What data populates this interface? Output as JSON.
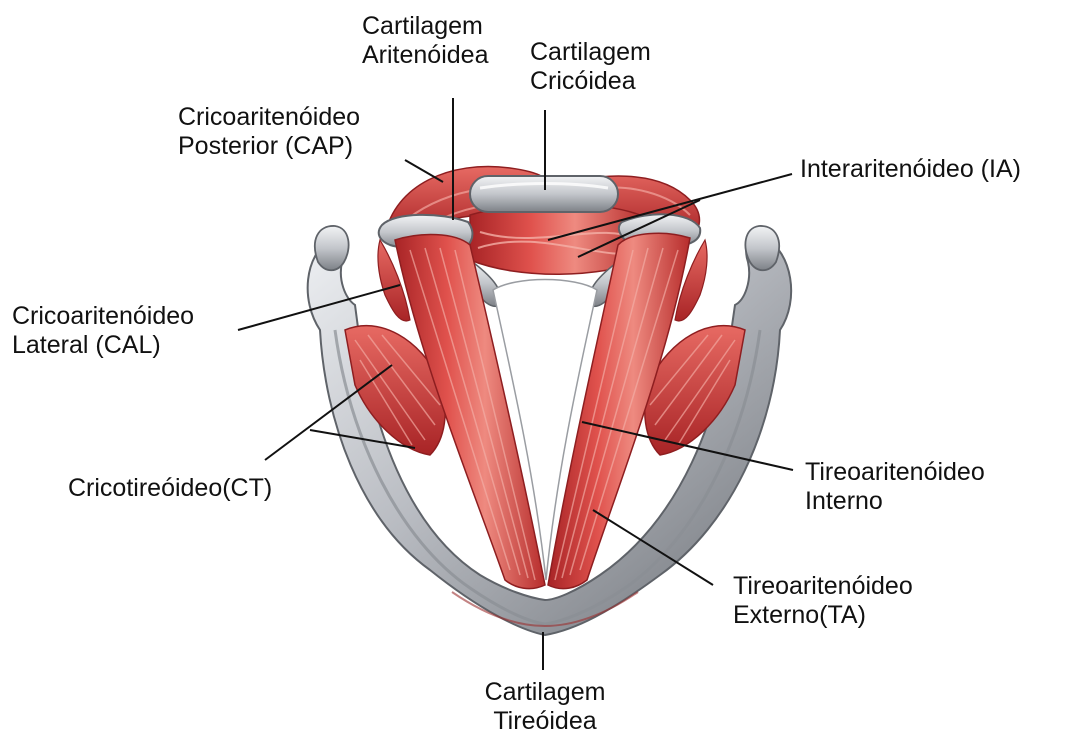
{
  "labels": {
    "cartilagem_aritenoidea": [
      "Cartilagem",
      "Aritenóidea"
    ],
    "cartilagem_cricoidea": [
      "Cartilagem",
      "Cricóidea"
    ],
    "cap": [
      "Cricoaritenóideo",
      "Posterior (CAP)"
    ],
    "ia": [
      "Interaritenóideo (IA)"
    ],
    "cal": [
      "Cricoaritenóideo",
      "Lateral (CAL)"
    ],
    "ct": [
      "Cricotireóideo(CT)"
    ],
    "ta_interno": [
      "Tireoaritenóideo",
      "Interno"
    ],
    "ta_externo": [
      "Tireoaritenóideo",
      "Externo(TA)"
    ],
    "cartilagem_tireoidea": [
      "Cartilagem",
      "Tireóidea"
    ]
  },
  "colors": {
    "muscle": "#d9403f",
    "muscle_dark": "#a82426",
    "muscle_light": "#ee8a80",
    "cartilage": "#b9bcc2",
    "cartilage_dark": "#6f7379",
    "cartilage_light": "#eceef1",
    "leader_line": "#111111",
    "text": "#111111"
  }
}
